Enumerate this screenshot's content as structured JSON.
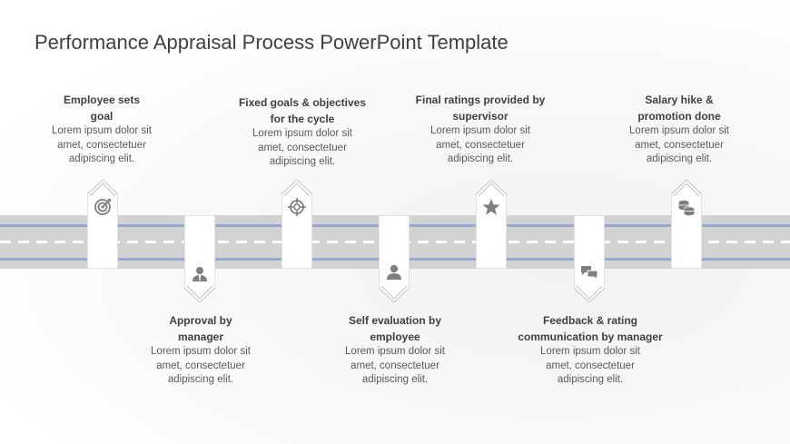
{
  "title": "Performance Appraisal Process PowerPoint Template",
  "steps": [
    {
      "heading_l1": "Employee sets",
      "heading_l2": "goal",
      "body_l1": "Lorem ipsum dolor sit",
      "body_l2": "amet, consectetuer",
      "body_l3": "adipiscing elit.",
      "icon": "target-icon"
    },
    {
      "heading_l1": "Approval by",
      "heading_l2": "manager",
      "body_l1": "Lorem ipsum dolor sit",
      "body_l2": "amet, consectetuer",
      "body_l3": "adipiscing elit.",
      "icon": "manager-icon"
    },
    {
      "heading_l1": "Fixed goals & objectives",
      "heading_l2": "for the cycle",
      "body_l1": "Lorem ipsum dolor sit",
      "body_l2": "amet, consectetuer",
      "body_l3": "adipiscing elit.",
      "icon": "crosshair-icon"
    },
    {
      "heading_l1": "Self evaluation by",
      "heading_l2": "employee",
      "body_l1": "Lorem ipsum dolor sit",
      "body_l2": "amet, consectetuer",
      "body_l3": "adipiscing elit.",
      "icon": "person-icon"
    },
    {
      "heading_l1": "Final ratings provided by",
      "heading_l2": "supervisor",
      "body_l1": "Lorem ipsum dolor sit",
      "body_l2": "amet, consectetuer",
      "body_l3": "adipiscing elit.",
      "icon": "star-icon"
    },
    {
      "heading_l1": "Feedback & rating",
      "heading_l2": "communication  by manager",
      "body_l1": "Lorem ipsum dolor sit",
      "body_l2": "amet, consectetuer",
      "body_l3": "adipiscing elit.",
      "icon": "chat-bubbles-icon"
    },
    {
      "heading_l1": "Salary hike &",
      "heading_l2": "promotion  done",
      "body_l1": "Lorem ipsum dolor sit",
      "body_l2": "amet, consectetuer",
      "body_l3": "adipiscing elit.",
      "icon": "coins-icon"
    }
  ],
  "colors": {
    "road": "#d2d2d2",
    "lane_line": "#97a9d2",
    "marker_fill": "#ffffff",
    "marker_border": "#b8b8b8",
    "icon": "#7f7f7f",
    "heading_text": "#404040",
    "body_text": "#595959"
  }
}
